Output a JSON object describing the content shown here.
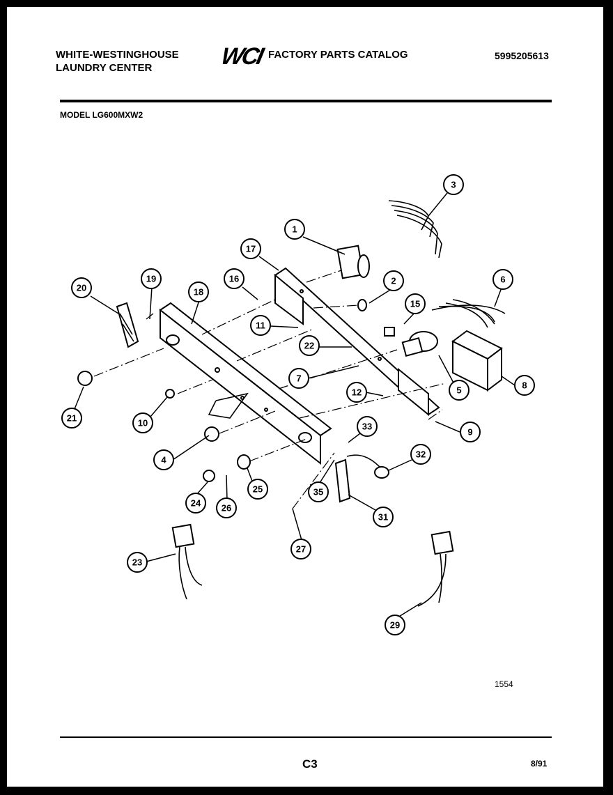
{
  "header": {
    "brand_line1": "WHITE-WESTINGHOUSE",
    "brand_line2": "LAUNDRY CENTER",
    "logo": "WCI",
    "catalog_title": "FACTORY PARTS CATALOG",
    "part_number": "5995205613"
  },
  "model_label": "MODEL LG600MXW2",
  "figure_number": "1554",
  "footer": {
    "page_code": "C3",
    "date": "8/91"
  },
  "callouts": [
    "1",
    "2",
    "3",
    "4",
    "5",
    "6",
    "7",
    "8",
    "9",
    "10",
    "11",
    "12",
    "15",
    "16",
    "17",
    "18",
    "19",
    "20",
    "21",
    "22",
    "23",
    "24",
    "25",
    "26",
    "27",
    "29",
    "31",
    "32",
    "33",
    "35"
  ]
}
